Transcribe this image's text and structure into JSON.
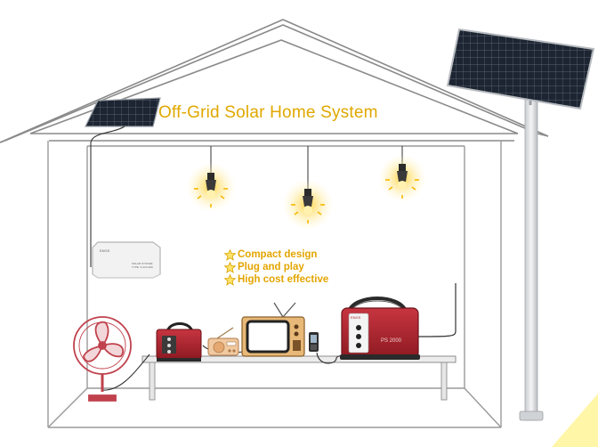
{
  "title": "Off-Grid Solar Home System",
  "features": [
    "Compact design",
    "Plug and play",
    "High cost effective"
  ],
  "device_labels": {
    "controller_brand": "ENGS",
    "controller_line1": "SOLAR SYSTEM",
    "controller_line2": "TYPE: S-12V-200",
    "main_unit_brand": "ENGS",
    "main_unit_model": "PS 2000"
  },
  "colors": {
    "title": "#e0a800",
    "features": "#e3a500",
    "bulb_glow": "#ffd23a",
    "generator_red": "#a8222c",
    "house_outline": "#8a8a8a"
  },
  "icons": [
    "solar-panel-icon",
    "light-bulb-icon",
    "star-icon",
    "fan-icon",
    "radio-icon",
    "tv-icon",
    "phone-icon"
  ]
}
